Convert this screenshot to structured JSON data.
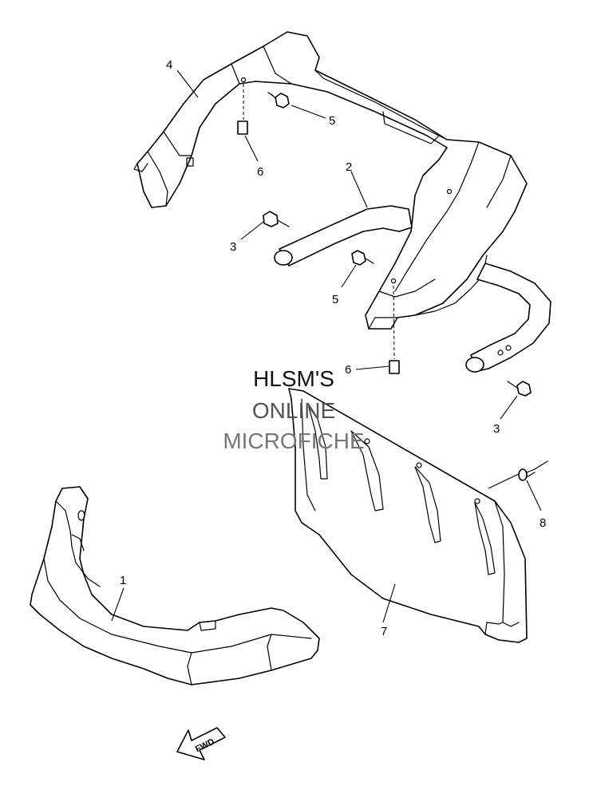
{
  "diagram": {
    "callouts": [
      {
        "id": "c1",
        "label": "1"
      },
      {
        "id": "c2",
        "label": "2"
      },
      {
        "id": "c3a",
        "label": "3"
      },
      {
        "id": "c3b",
        "label": "3"
      },
      {
        "id": "c4",
        "label": "4"
      },
      {
        "id": "c5a",
        "label": "5"
      },
      {
        "id": "c5b",
        "label": "5"
      },
      {
        "id": "c6a",
        "label": "6"
      },
      {
        "id": "c6b",
        "label": "6"
      },
      {
        "id": "c7",
        "label": "7"
      },
      {
        "id": "c8",
        "label": "8"
      }
    ],
    "fwd_label": "FWD"
  },
  "watermark": {
    "line1": "HLSM'S",
    "line2": "ONLINE",
    "line3": "MICROFICHE",
    "colors": [
      "#111111",
      "#555555",
      "#777777"
    ]
  }
}
